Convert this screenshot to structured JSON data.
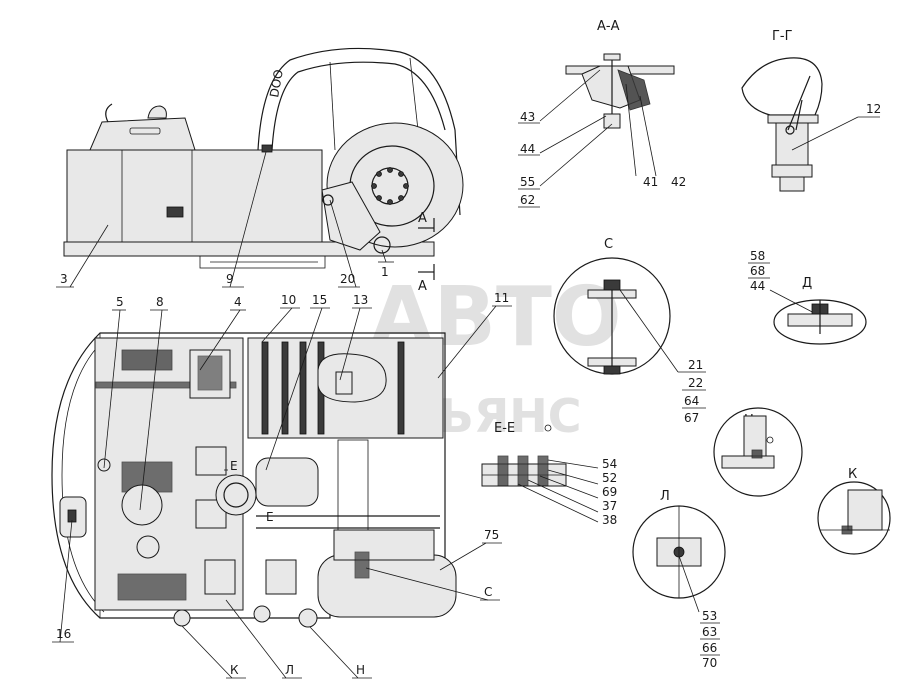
{
  "watermark": {
    "line1": "АВТО",
    "line2": "АЛЬЯНС"
  },
  "section_titles": {
    "aa": "А-А",
    "gg": "Г-Г",
    "c": "С",
    "d": "Д",
    "ee": "Е-Е",
    "n": "Н",
    "k": "К",
    "l": "Л"
  },
  "markers": {
    "a_top": "А",
    "a_bottom": "А",
    "e_left": "Е",
    "e_right": "Е",
    "c_bottom": "С",
    "k_bottom": "К",
    "l_bottom": "Л",
    "n_bottom": "Н"
  },
  "callouts": {
    "c3": "3",
    "c9": "9",
    "c20": "20",
    "c1": "1",
    "c5": "5",
    "c8": "8",
    "c4": "4",
    "c10": "10",
    "c15": "15",
    "c13": "13",
    "c11": "11",
    "c16": "16",
    "c75": "75",
    "c43": "43",
    "c44": "44",
    "c55": "55",
    "c62": "62",
    "c41": "41",
    "c42": "42",
    "c12": "12",
    "c58": "58",
    "c68": "68",
    "c44b": "44",
    "c21": "21",
    "c22": "22",
    "c64": "64",
    "c67": "67",
    "c54": "54",
    "c52": "52",
    "c69": "69",
    "c37": "37",
    "c38": "38",
    "c53": "53",
    "c63": "63",
    "c66": "66",
    "c70": "70"
  }
}
